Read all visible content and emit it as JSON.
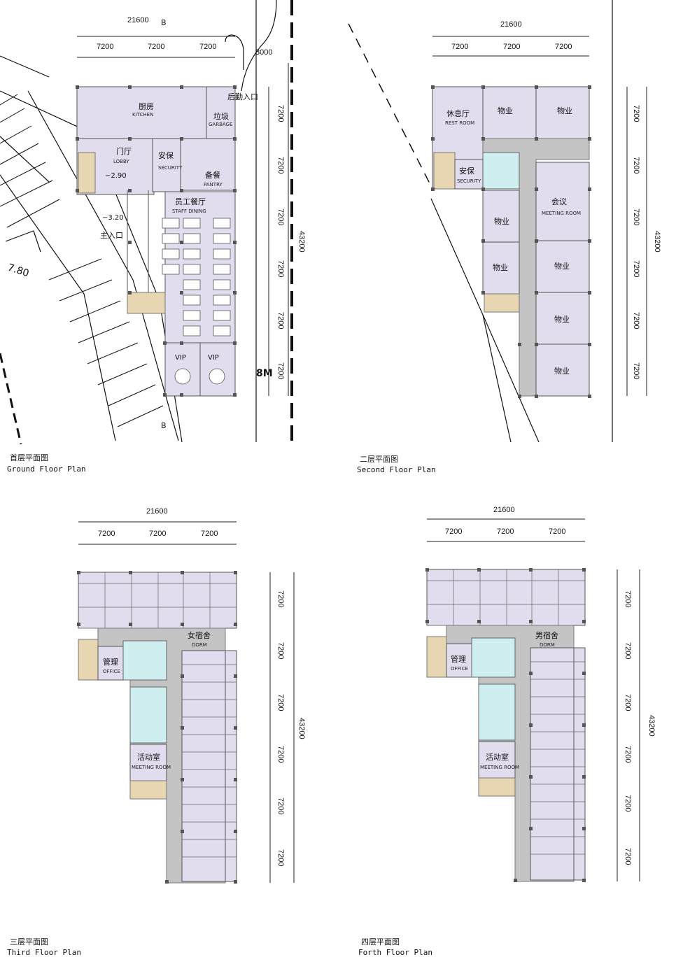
{
  "colors": {
    "room": "#e2dcef",
    "corridor": "#c4c4c4",
    "wc": "#cfeef0",
    "stair": "#e8d6b2"
  },
  "plans": [
    {
      "title_cn": "首层平面图",
      "title_en": "Ground Floor Plan"
    },
    {
      "title_cn": "二层平面图",
      "title_en": "Second Floor Plan"
    },
    {
      "title_cn": "三层平面图",
      "title_en": "Third Floor Plan"
    },
    {
      "title_cn": "四层平面图",
      "title_en": "Forth Floor Plan"
    }
  ],
  "dims": {
    "total_width": "21600",
    "bay": "7200",
    "total_length": "43200",
    "road": "8000",
    "road_width": "8M"
  },
  "ground": {
    "section": "B",
    "kitchen_cn": "厨房",
    "kitchen_en": "KITCHEN",
    "garbage_cn": "垃圾",
    "garbage_en": "GARBAGE",
    "rear_entry": "后勤入口",
    "lobby_cn": "门厅",
    "lobby_en": "LOBBY",
    "security_cn": "安保",
    "security_en": "SECURITY",
    "pantry_cn": "备餐",
    "pantry_en": "PANTRY",
    "dining_cn": "员工餐厅",
    "dining_en": "STAFF DINING",
    "level1": "−2.90",
    "level2": "−3.20",
    "level3": "7.80",
    "main_entry": "主入口",
    "vip": "VIP"
  },
  "second": {
    "rest_cn": "休息厅",
    "rest_en": "REST ROOM",
    "security_cn": "安保",
    "security_en": "SECURITY",
    "property": "物业",
    "meeting_cn": "会议",
    "meeting_en": "MEETING ROOM"
  },
  "third": {
    "dorm_cn": "女宿舍",
    "dorm_en": "DORM",
    "office_cn": "管理",
    "office_en": "OFFICE",
    "activity_cn": "活动室",
    "activity_en": "MEETING ROOM"
  },
  "fourth": {
    "dorm_cn": "男宿舍",
    "dorm_en": "DORM",
    "office_cn": "管理",
    "office_en": "OFFICE",
    "activity_cn": "活动室",
    "activity_en": "MEETING ROOM"
  }
}
